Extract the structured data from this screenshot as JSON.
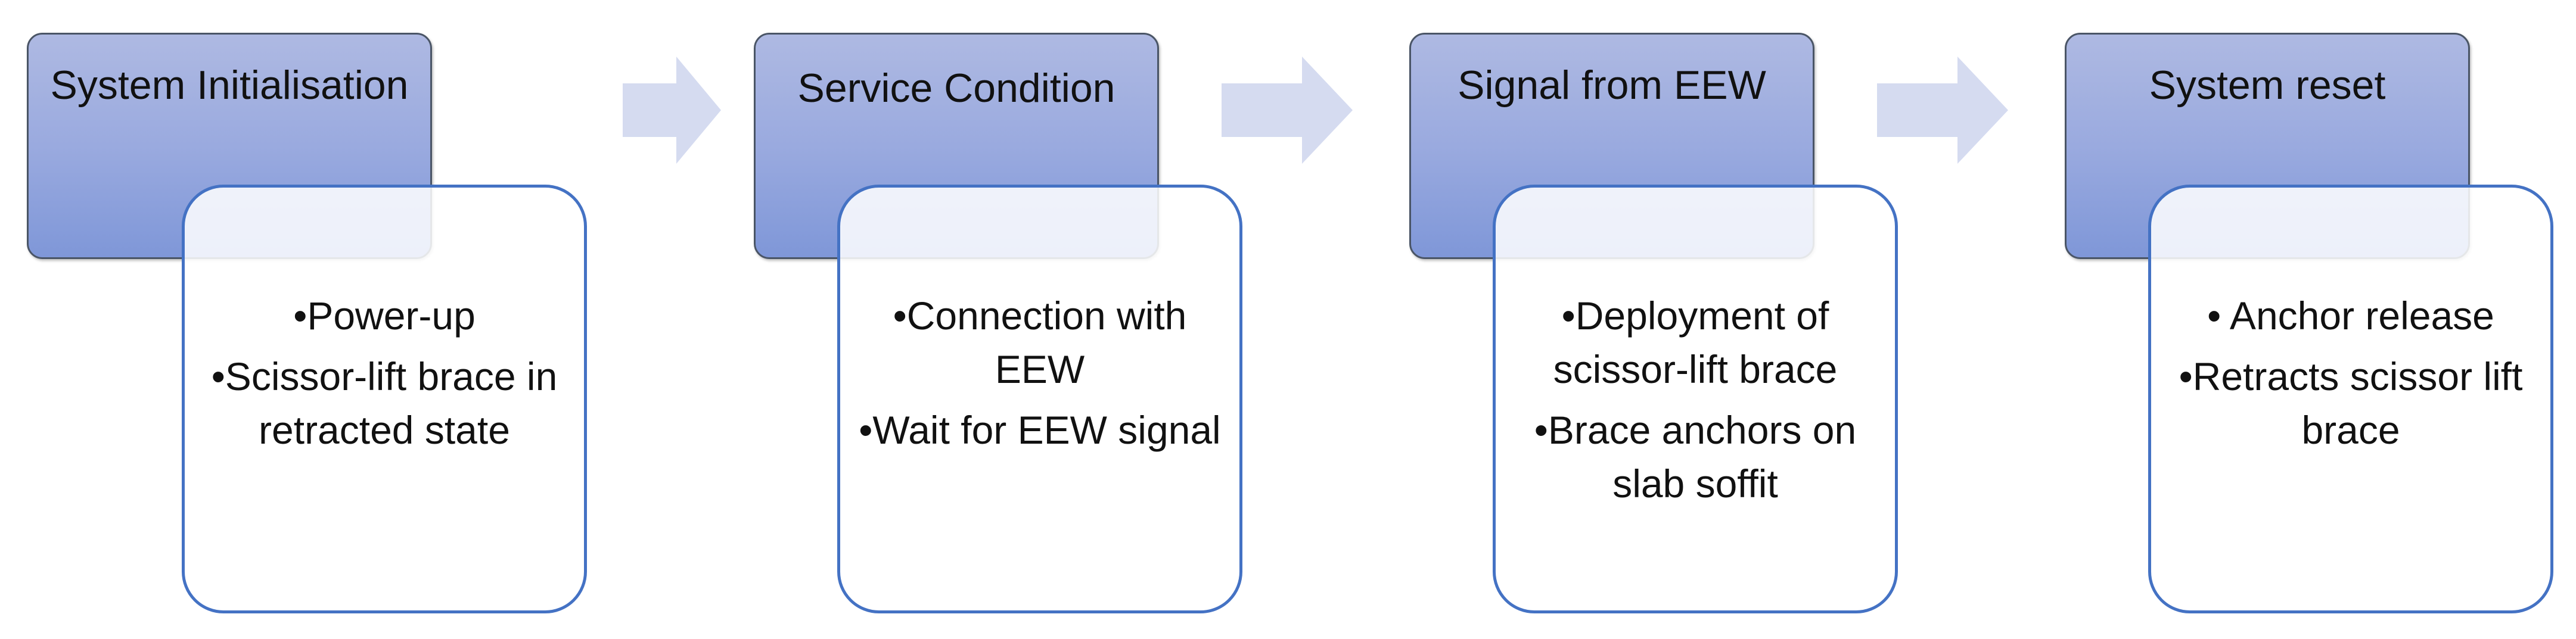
{
  "colors": {
    "header_fill_top": "#aeb9e2",
    "header_fill_bottom": "#7f97d8",
    "header_border": "#4a5566",
    "card_border": "#4472c4",
    "arrow_fill": "#d5dbf0"
  },
  "steps": [
    {
      "title": "System Initialisation",
      "items": [
        "Power-up",
        "Scissor-lift brace in retracted state"
      ]
    },
    {
      "title": "Service Condition",
      "items": [
        "Connection with EEW",
        "Wait for EEW signal"
      ]
    },
    {
      "title": "Signal from EEW",
      "items": [
        "Deployment of scissor-lift brace",
        "Brace anchors on slab soffit"
      ]
    },
    {
      "title": "System reset",
      "items": [
        " Anchor release",
        "Retracts scissor lift brace"
      ]
    }
  ],
  "connectors": [
    {
      "icon": "arrow-right-icon"
    },
    {
      "icon": "arrow-right-icon"
    },
    {
      "icon": "arrow-right-icon"
    }
  ]
}
